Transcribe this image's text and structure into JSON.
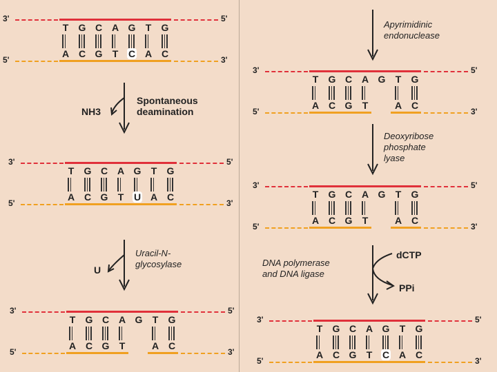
{
  "ends": {
    "three": "3'",
    "five": "5'"
  },
  "top_strand": [
    "T",
    "G",
    "C",
    "A",
    "G",
    "T",
    "G"
  ],
  "steps": {
    "s1": {
      "bottom": [
        "A",
        "C",
        "G",
        "T",
        "C",
        "A",
        "C"
      ],
      "highlight": 4
    },
    "s2": {
      "bottom": [
        "A",
        "C",
        "G",
        "T",
        "U",
        "A",
        "C"
      ],
      "highlight": 4
    },
    "s3": {
      "bottom": [
        "A",
        "C",
        "G",
        "T",
        "",
        "A",
        "C"
      ],
      "highlight": -1
    },
    "s4": {
      "bottom": [
        "A",
        "C",
        "G",
        "T",
        "",
        "A",
        "C"
      ],
      "highlight": -1
    },
    "s5": {
      "bottom": [
        "A",
        "C",
        "G",
        "T",
        "",
        "A",
        "C"
      ],
      "highlight": -1
    },
    "s6": {
      "bottom": [
        "A",
        "C",
        "G",
        "T",
        "C",
        "A",
        "C"
      ],
      "highlight": 4
    }
  },
  "labels": {
    "deamination": [
      "Spontaneous",
      "deamination"
    ],
    "nh3": "NH3",
    "glycosylase": [
      "Uracil-N-",
      "glycosylase"
    ],
    "u": "U",
    "endonuclease": [
      "Apyrimidinic",
      "endonuclease"
    ],
    "lyase": [
      "Deoxyribose",
      "phosphate",
      "lyase"
    ],
    "polymerase": [
      "DNA polymerase",
      "and DNA ligase"
    ],
    "dctp": "dCTP",
    "ppi": "PPi"
  }
}
